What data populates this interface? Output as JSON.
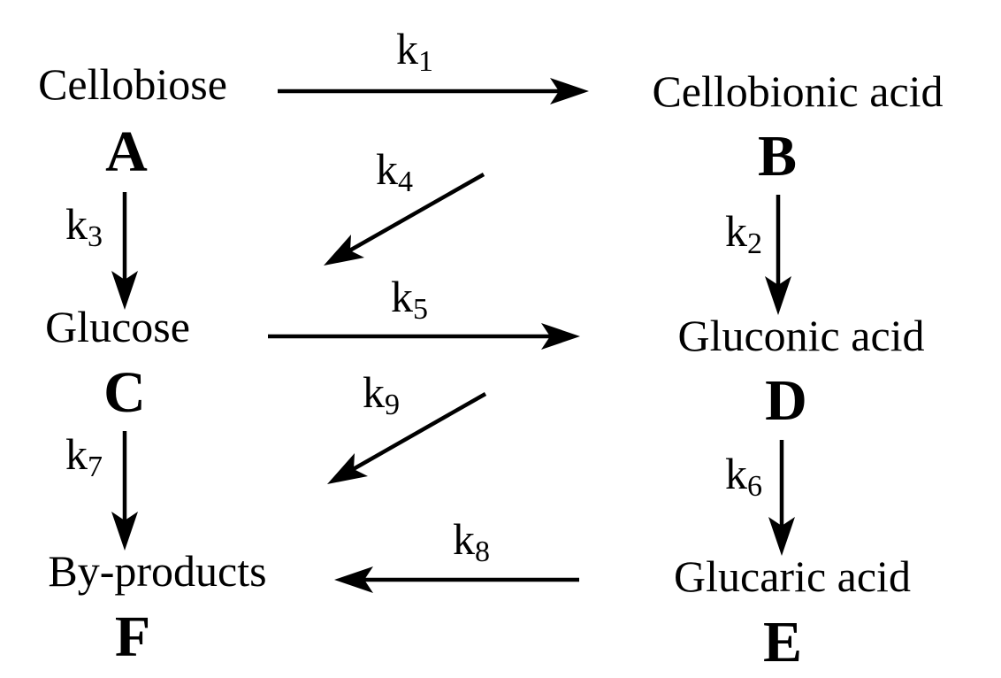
{
  "nodes": {
    "A": {
      "name": "Cellobiose",
      "letter": "A"
    },
    "B": {
      "name": "Cellobionic acid",
      "letter": "B"
    },
    "C": {
      "name": "Glucose",
      "letter": "C"
    },
    "D": {
      "name": "Gluconic acid",
      "letter": "D"
    },
    "E": {
      "name": "Glucaric acid",
      "letter": "E"
    },
    "F": {
      "name": "By-products",
      "letter": "F"
    }
  },
  "reactions": {
    "k1": {
      "symbol": "k",
      "index": "1",
      "from": "A",
      "to": "B"
    },
    "k2": {
      "symbol": "k",
      "index": "2",
      "from": "B",
      "to": "D"
    },
    "k3": {
      "symbol": "k",
      "index": "3",
      "from": "A",
      "to": "C"
    },
    "k4": {
      "symbol": "k",
      "index": "4",
      "from": "B",
      "to": "C"
    },
    "k5": {
      "symbol": "k",
      "index": "5",
      "from": "C",
      "to": "D"
    },
    "k6": {
      "symbol": "k",
      "index": "6",
      "from": "D",
      "to": "E"
    },
    "k7": {
      "symbol": "k",
      "index": "7",
      "from": "C",
      "to": "F"
    },
    "k8": {
      "symbol": "k",
      "index": "8",
      "from": "E",
      "to": "F"
    },
    "k9": {
      "symbol": "k",
      "index": "9",
      "from": "D",
      "to": "F"
    }
  },
  "colors": {
    "ink": "#000000",
    "background": "#ffffff"
  }
}
